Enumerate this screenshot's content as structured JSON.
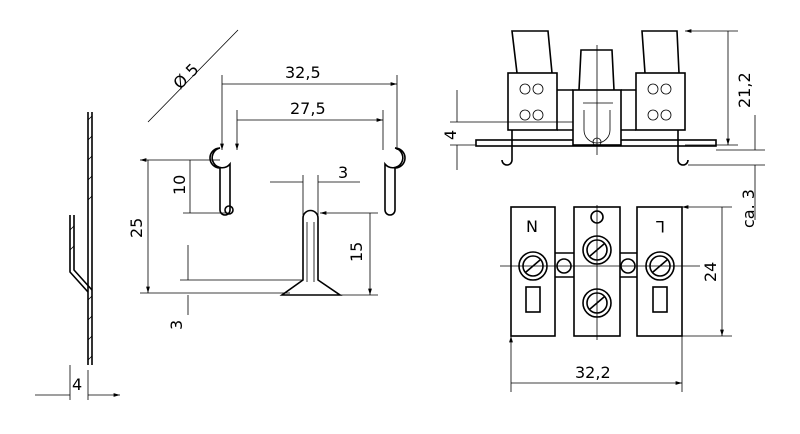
{
  "spring_profile": {
    "dim_thickness": "4"
  },
  "contact_part": {
    "dim_diameter": "Ø 5",
    "dim_outer_width": "32,5",
    "dim_inner_width": "27,5",
    "dim_slot_width": "3",
    "dim_slot_height": "10",
    "dim_total_height": "25",
    "dim_rod_height": "15",
    "dim_base_height": "3"
  },
  "terminal_side_view": {
    "dim_height": "21,2",
    "dim_base_offset": "4",
    "dim_clearance": "ca. 3"
  },
  "terminal_top_view": {
    "label_neutral": "N",
    "label_live": "L",
    "dim_height": "24",
    "dim_width": "32,2"
  }
}
